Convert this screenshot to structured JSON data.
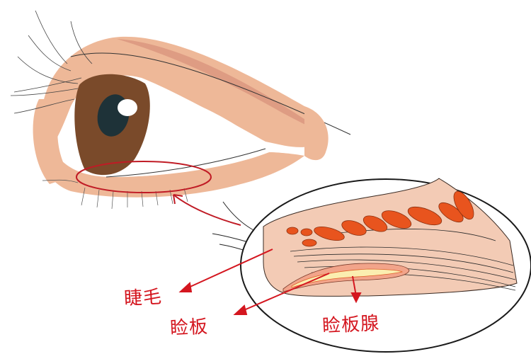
{
  "diagram": {
    "subject": "eyelid anatomy with magnified cross-section",
    "labels": [
      {
        "id": "eyelash",
        "text": "睫毛"
      },
      {
        "id": "tarsus",
        "text": "睑板"
      },
      {
        "id": "meibomian_gland",
        "text": "睑板腺"
      }
    ],
    "colors": {
      "skin": "#eeb898",
      "skin_shadow": "#d9957e",
      "iris": "#7a4a2a",
      "pupil": "#1e3238",
      "highlight_ring": "#c01b25",
      "label_red": "#d4161f",
      "gland_orange": "#e8541e",
      "gland_core": "#fbeeb0",
      "section_fill": "#f3cbb5",
      "outline": "#222222"
    }
  }
}
